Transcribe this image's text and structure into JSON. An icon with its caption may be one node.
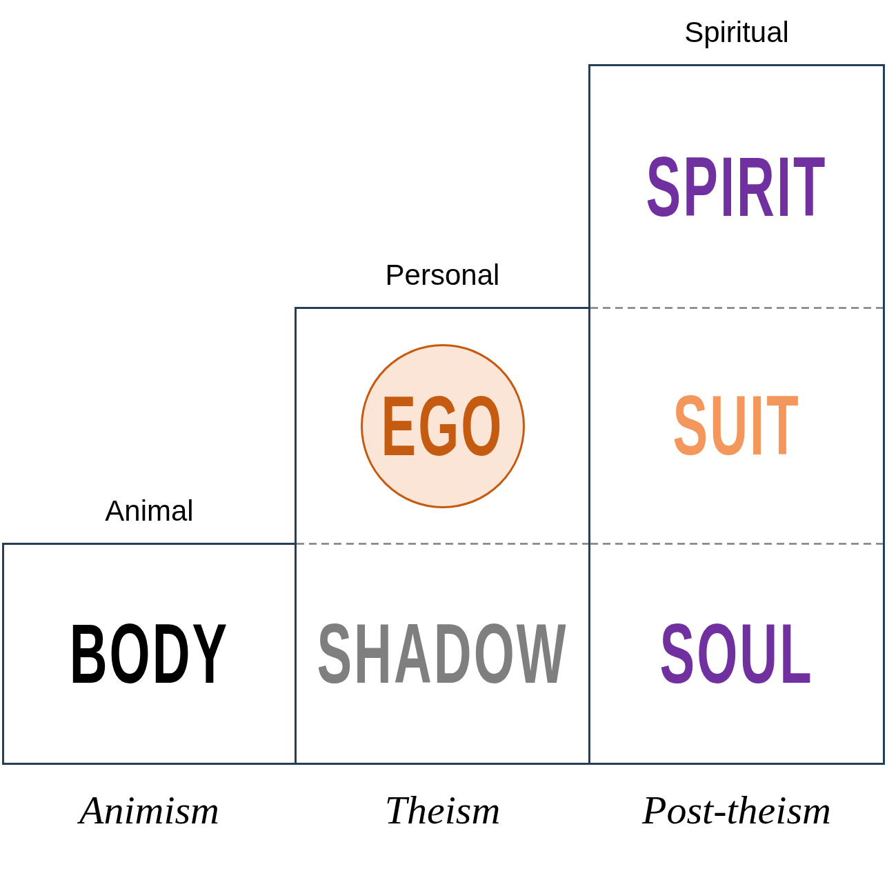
{
  "diagram": {
    "nodes": [
      {
        "text": [
          "Animal"
        ],
        "beside": [
          "Animism"
        ]
      },
      {
        "text": [
          "BODY"
        ],
        "in": 0
      },
      {
        "text": [
          "Personal"
        ],
        "beside": [
          "Theism"
        ]
      },
      {
        "text": [
          "EGO"
        ],
        "in": 2
      },
      {
        "text": [
          "SHADOW"
        ],
        "in": 2
      },
      {
        "text": [
          "Spiritual"
        ],
        "beside": [
          "Post-theism"
        ]
      },
      {
        "text": [
          "SPIRIT"
        ],
        "in": 5
      },
      {
        "text": [
          "SUIT"
        ],
        "in": 5
      },
      {
        "text": [
          "SOUL"
        ],
        "in": 5
      }
    ]
  }
}
